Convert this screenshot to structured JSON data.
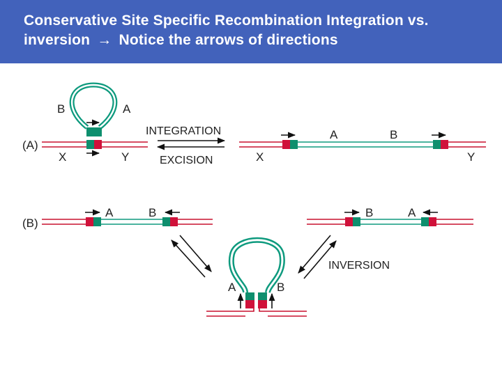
{
  "title": {
    "line1": "Conservative Site Specific Recombination Integration vs.",
    "line2_before": "inversion",
    "arrow": "→",
    "line2_after": "Notice the arrows of directions"
  },
  "colors": {
    "header_bg": "#4262bb",
    "dna_red": "#c8102e",
    "dna_teal": "#0e9a7e",
    "site_red": "#d0113a",
    "site_green": "#0e8f6e"
  },
  "diagram": {
    "panel_a": {
      "row_label": "(A)",
      "circle_left": "B",
      "circle_right": "A",
      "chrom_left": "X",
      "chrom_right": "Y",
      "forward_label": "INTEGRATION",
      "reverse_label": "EXCISION",
      "product_a": "A",
      "product_b": "B",
      "product_x": "X",
      "product_y": "Y"
    },
    "panel_b": {
      "row_label": "(B)",
      "left_a": "A",
      "left_b": "B",
      "right_b": "B",
      "right_a": "A",
      "loop_a": "A",
      "loop_b": "B",
      "process_label": "INVERSION"
    }
  }
}
